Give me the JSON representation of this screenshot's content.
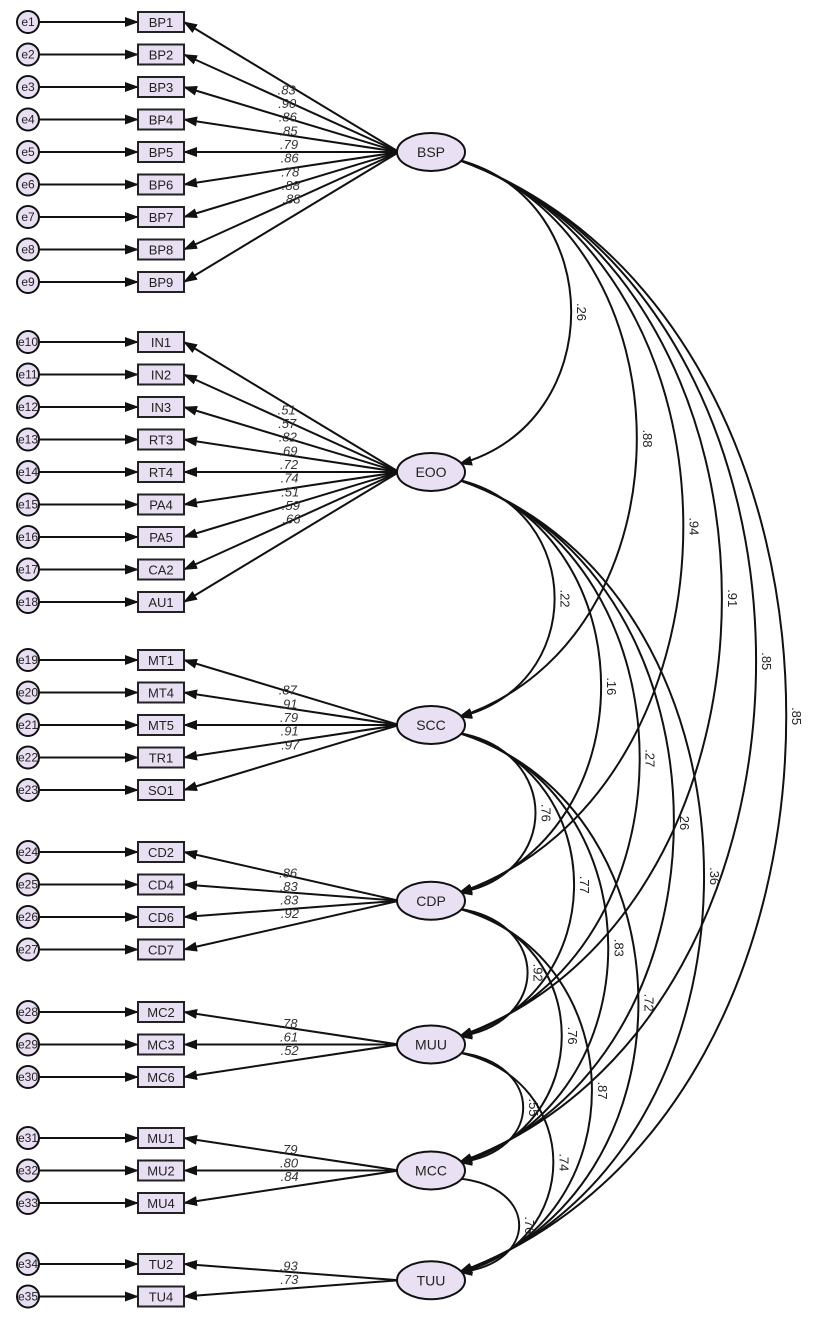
{
  "title": "Confirmatory factor analysis measurement model (standardized estimates)",
  "colors": {
    "node_fill": "#e9dff2",
    "stroke": "#111111",
    "background": "#ffffff"
  },
  "latents": [
    {
      "id": "BSP",
      "label": "BSP",
      "indicators": [
        {
          "label": "BP1",
          "error": "e1",
          "loading": ".83"
        },
        {
          "label": "BP2",
          "error": "e2",
          "loading": ".90"
        },
        {
          "label": "BP3",
          "error": "e3",
          "loading": ".86"
        },
        {
          "label": "BP4",
          "error": "e4",
          "loading": ".85"
        },
        {
          "label": "BP5",
          "error": "e5",
          "loading": ".79"
        },
        {
          "label": "BP6",
          "error": "e6",
          "loading": ".86"
        },
        {
          "label": "BP7",
          "error": "e7",
          "loading": ".78"
        },
        {
          "label": "BP8",
          "error": "e8",
          "loading": ".88"
        },
        {
          "label": "BP9",
          "error": "e9",
          "loading": ".88"
        }
      ]
    },
    {
      "id": "EOO",
      "label": "EOO",
      "indicators": [
        {
          "label": "IN1",
          "error": "e10",
          "loading": ".51"
        },
        {
          "label": "IN2",
          "error": "e11",
          "loading": ".57"
        },
        {
          "label": "IN3",
          "error": "e12",
          "loading": ".82"
        },
        {
          "label": "RT3",
          "error": "e13",
          "loading": ".69"
        },
        {
          "label": "RT4",
          "error": "e14",
          "loading": ".72"
        },
        {
          "label": "PA4",
          "error": "e15",
          "loading": ".74"
        },
        {
          "label": "PA5",
          "error": "e16",
          "loading": ".51"
        },
        {
          "label": "CA2",
          "error": "e17",
          "loading": ".59"
        },
        {
          "label": "AU1",
          "error": "e18",
          "loading": ".66"
        }
      ]
    },
    {
      "id": "SCC",
      "label": "SCC",
      "indicators": [
        {
          "label": "MT1",
          "error": "e19",
          "loading": ".87"
        },
        {
          "label": "MT4",
          "error": "e20",
          "loading": ".91"
        },
        {
          "label": "MT5",
          "error": "e21",
          "loading": ".79"
        },
        {
          "label": "TR1",
          "error": "e22",
          "loading": ".91"
        },
        {
          "label": "SO1",
          "error": "e23",
          "loading": ".97"
        }
      ]
    },
    {
      "id": "CDP",
      "label": "CDP",
      "indicators": [
        {
          "label": "CD2",
          "error": "e24",
          "loading": ".86"
        },
        {
          "label": "CD4",
          "error": "e25",
          "loading": ".83"
        },
        {
          "label": "CD6",
          "error": "e26",
          "loading": ".83"
        },
        {
          "label": "CD7",
          "error": "e27",
          "loading": ".92"
        }
      ]
    },
    {
      "id": "MUU",
      "label": "MUU",
      "indicators": [
        {
          "label": "MC2",
          "error": "e28",
          "loading": ".78"
        },
        {
          "label": "MC3",
          "error": "e29",
          "loading": ".61"
        },
        {
          "label": "MC6",
          "error": "e30",
          "loading": ".52"
        }
      ]
    },
    {
      "id": "MCC",
      "label": "MCC",
      "indicators": [
        {
          "label": "MU1",
          "error": "e31",
          "loading": ".79"
        },
        {
          "label": "MU2",
          "error": "e32",
          "loading": ".80"
        },
        {
          "label": "MU4",
          "error": "e33",
          "loading": ".84"
        }
      ]
    },
    {
      "id": "TUU",
      "label": "TUU",
      "indicators": [
        {
          "label": "TU2",
          "error": "e34",
          "loading": ".93"
        },
        {
          "label": "TU4",
          "error": "e35",
          "loading": ".73"
        }
      ]
    }
  ],
  "correlations": [
    {
      "from": "BSP",
      "to": "EOO",
      "value": ".26"
    },
    {
      "from": "BSP",
      "to": "SCC",
      "value": ".88"
    },
    {
      "from": "BSP",
      "to": "CDP",
      "value": ".94"
    },
    {
      "from": "BSP",
      "to": "MUU",
      "value": ".91"
    },
    {
      "from": "BSP",
      "to": "MCC",
      "value": ".85"
    },
    {
      "from": "BSP",
      "to": "TUU",
      "value": ".85"
    },
    {
      "from": "EOO",
      "to": "SCC",
      "value": ".22"
    },
    {
      "from": "EOO",
      "to": "CDP",
      "value": ".16"
    },
    {
      "from": "EOO",
      "to": "MUU",
      "value": ".27"
    },
    {
      "from": "EOO",
      "to": "MCC",
      "value": ".26"
    },
    {
      "from": "EOO",
      "to": "TUU",
      "value": ".36"
    },
    {
      "from": "SCC",
      "to": "CDP",
      "value": ".76"
    },
    {
      "from": "SCC",
      "to": "MUU",
      "value": ".77"
    },
    {
      "from": "SCC",
      "to": "MCC",
      "value": ".83"
    },
    {
      "from": "SCC",
      "to": "TUU",
      "value": ".72"
    },
    {
      "from": "CDP",
      "to": "MUU",
      "value": ".92"
    },
    {
      "from": "CDP",
      "to": "MCC",
      "value": ".76"
    },
    {
      "from": "CDP",
      "to": "TUU",
      "value": ".87"
    },
    {
      "from": "MUU",
      "to": "MCC",
      "value": ".55"
    },
    {
      "from": "MUU",
      "to": "TUU",
      "value": ".74"
    },
    {
      "from": "MCC",
      "to": "TUU",
      "value": ".76"
    }
  ]
}
